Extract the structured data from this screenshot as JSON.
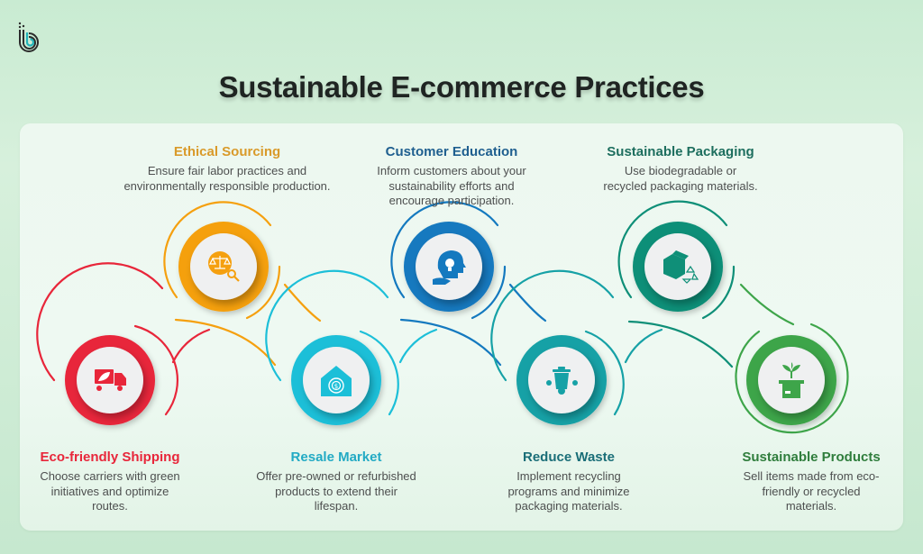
{
  "logo": {
    "icon": "brand-b-logo-icon",
    "colors": [
      "#2b2b2b",
      "#22b3b8"
    ]
  },
  "title": "Sustainable E-commerce Practices",
  "practices": [
    {
      "title": "Eco-friendly Shipping",
      "description": "Choose carriers with green initiatives and optimize routes.",
      "desc_lines": [
        "Choose carriers with green",
        "initiatives and optimize",
        "routes."
      ],
      "color": "#e8263a",
      "icon": "delivery-truck-leaf-icon",
      "position": "bottom"
    },
    {
      "title": "Ethical Sourcing",
      "description": "Ensure fair labor practices and environmentally responsible production.",
      "desc_lines": [
        "Ensure fair labor practices and",
        "environmentally responsible production."
      ],
      "color": "#f5a00f",
      "title_color": "#d99a2a",
      "icon": "scales-magnifier-icon",
      "position": "top"
    },
    {
      "title": "Resale Market",
      "description": "Offer pre-owned or refurbished products to extend their lifespan.",
      "desc_lines": [
        "Offer pre-owned or refurbished",
        "products to extend their",
        "lifespan."
      ],
      "color": "#1cbfd8",
      "title_color": "#22aac4",
      "icon": "house-dollar-cycle-icon",
      "position": "bottom"
    },
    {
      "title": "Customer Education",
      "description": "Inform customers about your sustainability efforts and encourage participation.",
      "desc_lines": [
        "Inform customers about your",
        "sustainability efforts and",
        "encourage participation."
      ],
      "color": "#1479bf",
      "title_color": "#1f5f8f",
      "icon": "head-lightbulb-hand-icon",
      "position": "top"
    },
    {
      "title": "Reduce Waste",
      "description": "Implement recycling programs and minimize packaging materials.",
      "desc_lines": [
        "Implement recycling",
        "programs and minimize",
        "packaging materials."
      ],
      "color": "#16a1a6",
      "title_color": "#1a6e78",
      "icon": "trash-bin-arrows-icon",
      "position": "bottom"
    },
    {
      "title": "Sustainable Packaging",
      "description": "Use biodegradable or recycled packaging materials.",
      "desc_lines": [
        "Use biodegradable or",
        "recycled packaging materials."
      ],
      "color": "#0f8f78",
      "title_color": "#1d6e5e",
      "icon": "box-recycle-icon",
      "position": "top"
    },
    {
      "title": "Sustainable Products",
      "description": "Sell items made from eco-friendly or recycled materials.",
      "desc_lines": [
        "Sell items made from eco-",
        "friendly or recycled",
        "materials."
      ],
      "color": "#3ea54a",
      "title_color": "#2f7d3c",
      "icon": "box-sprout-icon",
      "position": "bottom"
    }
  ]
}
